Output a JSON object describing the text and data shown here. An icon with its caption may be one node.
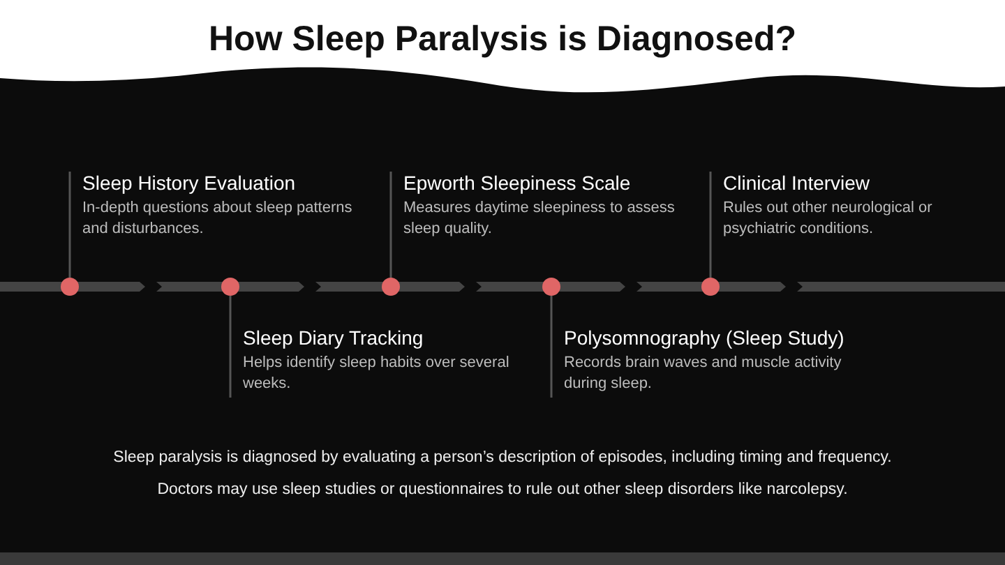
{
  "diagram": {
    "title": "How Sleep Paralysis is Diagnosed?",
    "nodes": [
      {
        "text": [
          "Sleep History Evaluation",
          "In-depth questions about sleep patterns and disturbances."
        ]
      },
      {
        "text": [
          "Sleep Diary Tracking",
          "Helps identify sleep habits over several weeks."
        ]
      },
      {
        "text": [
          "Epworth Sleepiness Scale",
          "Measures daytime sleepiness to assess sleep quality."
        ]
      },
      {
        "text": [
          "Polysomnography (Sleep Study)",
          "Records brain waves and muscle activity during sleep."
        ]
      },
      {
        "text": [
          "Clinical Interview",
          "Rules out other neurological or psychiatric conditions."
        ]
      },
      {
        "text": [],
        "shape": "circle"
      },
      {
        "text": [],
        "shape": "circle"
      },
      {
        "text": [],
        "shape": "circle"
      },
      {
        "text": [],
        "shape": "circle"
      },
      {
        "text": [],
        "shape": "circle"
      }
    ],
    "edges": [
      {
        "from": 0,
        "to": 5,
        "arrow": "none"
      },
      {
        "from": 1,
        "to": 6,
        "arrow": "none"
      },
      {
        "from": 2,
        "to": 7,
        "arrow": "none"
      },
      {
        "from": 3,
        "to": 8,
        "arrow": "none"
      },
      {
        "from": 4,
        "to": 9,
        "arrow": "none"
      }
    ],
    "labels": [
      "Sleep paralysis is diagnosed by evaluating a person’s description of episodes, including timing and frequency.",
      "Doctors may use sleep studies or questionnaires to rule out other sleep disorders like narcolepsy."
    ]
  }
}
